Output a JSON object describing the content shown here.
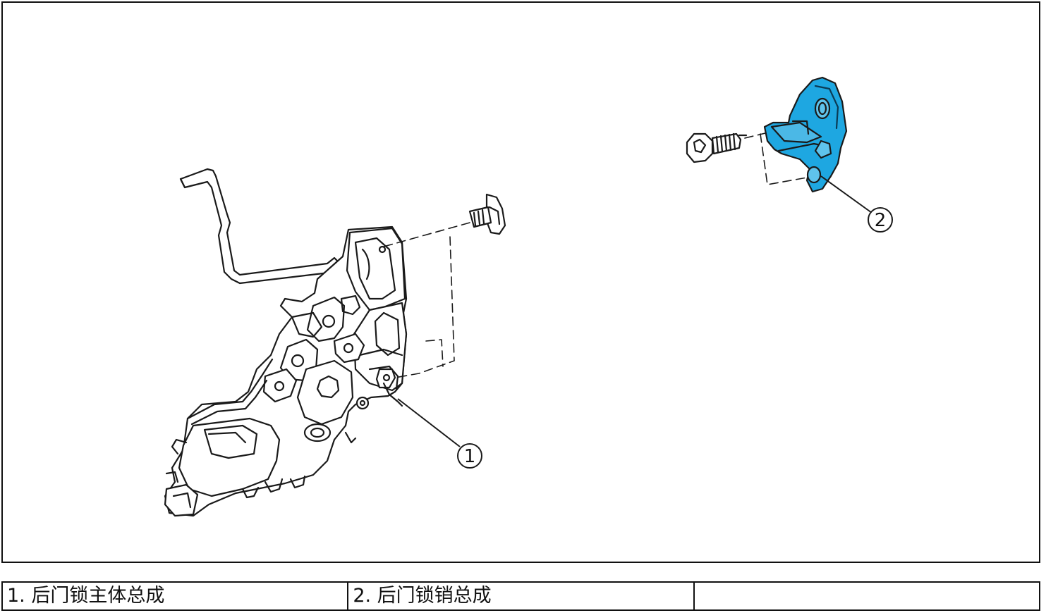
{
  "figure": {
    "callouts": [
      {
        "id": "1",
        "label": "1"
      },
      {
        "id": "2",
        "label": "2"
      }
    ],
    "highlight_color": "#1EA7E1",
    "line_color": "#1a1a1a"
  },
  "legend": {
    "cells": [
      {
        "text": "1. 后门锁主体总成"
      },
      {
        "text": "2. 后门锁销总成"
      },
      {
        "text": ""
      }
    ]
  }
}
